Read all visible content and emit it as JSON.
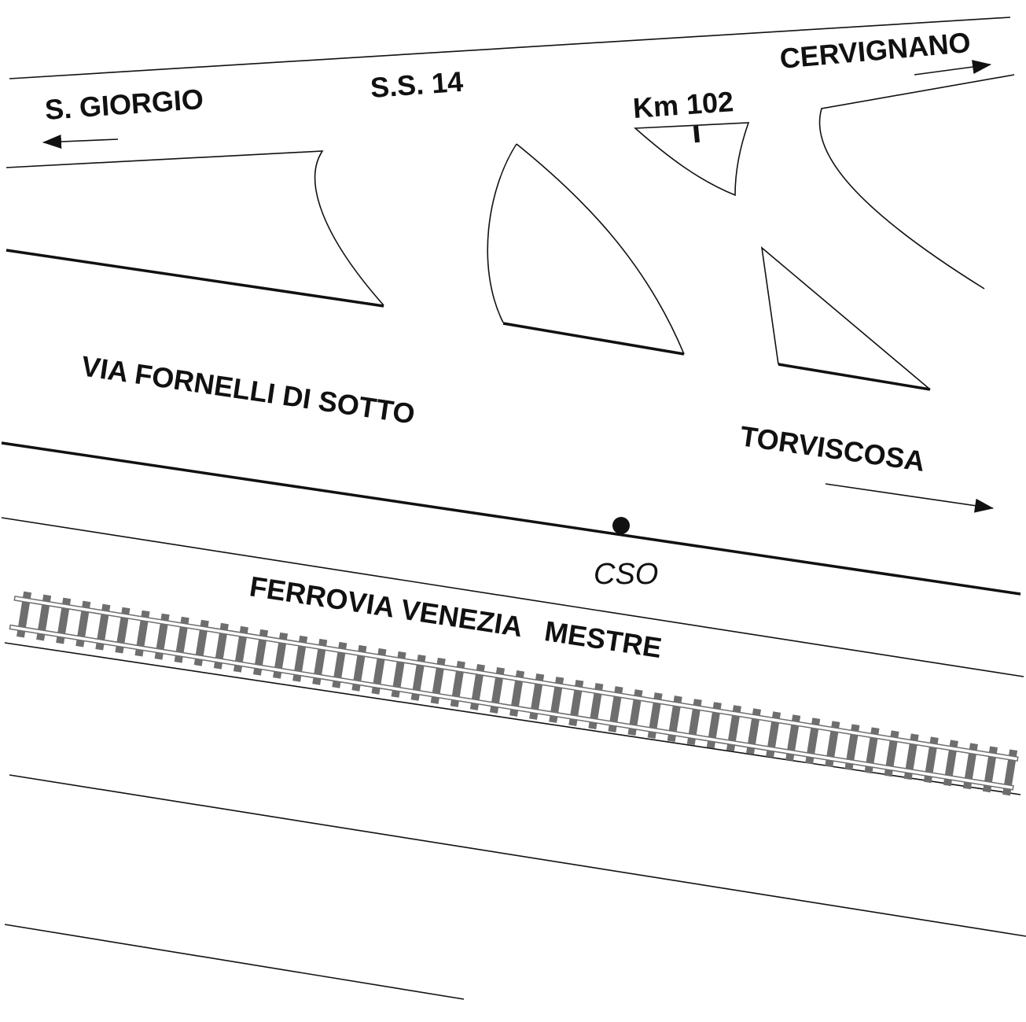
{
  "labels": {
    "s_giorgio": "S. GIORGIO",
    "ss14": "S.S. 14",
    "cervignano": "CERVIGNANO",
    "km": "Km 102",
    "via": "VIA FORNELLI DI SOTTO",
    "torviscosa": "TORVISCOSA",
    "cso": "CSO",
    "ferrovia": "FERROVIA VENEZIA   MESTRE"
  },
  "colors": {
    "ink": "#111111",
    "track": "#6e6e6e"
  }
}
